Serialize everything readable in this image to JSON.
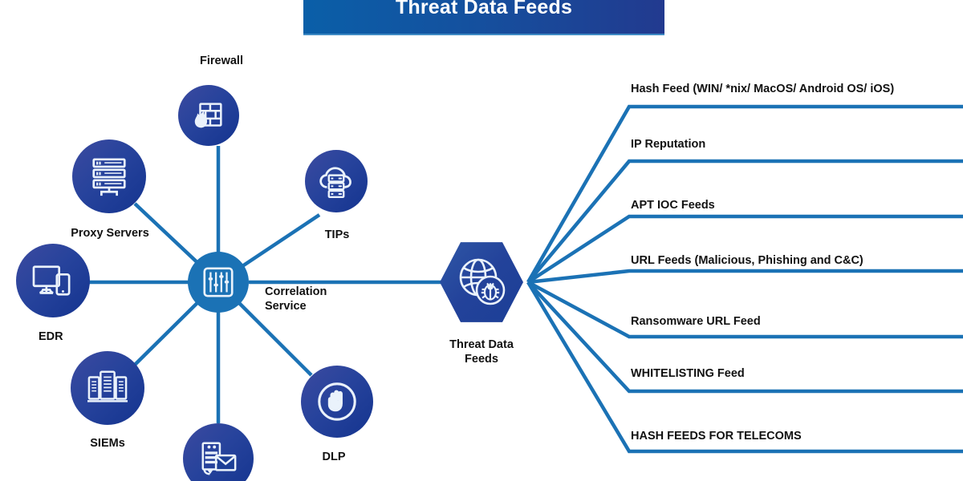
{
  "banner": {
    "title": "Threat Data Feeds",
    "gradient_from": "#0a5fa8",
    "gradient_to": "#223a8f"
  },
  "palette": {
    "line": "#1b72b5",
    "node_gradient_from": "#3c4a9f",
    "node_gradient_to": "#14348f",
    "hub_fill": "#1b72b5",
    "hex_fill": "#23429a",
    "text": "#111111"
  },
  "hub": {
    "label_line1": "Correlation",
    "label_line2": "Service",
    "icon": "equalizer-sliders-icon"
  },
  "threat_hub": {
    "label_line1": "Threat Data",
    "label_line2": "Feeds",
    "icon": "globe-bug-icon"
  },
  "sources": [
    {
      "id": "firewall",
      "label": "Firewall",
      "icon": "firewall-brick-flame-icon"
    },
    {
      "id": "tips",
      "label": "TIPs",
      "icon": "cloud-server-icon"
    },
    {
      "id": "proxy-servers",
      "label": "Proxy Servers",
      "icon": "server-rack-icon"
    },
    {
      "id": "edr",
      "label": "EDR",
      "icon": "desktop-mobile-icon"
    },
    {
      "id": "siems",
      "label": "SIEMs",
      "icon": "server-towers-icon"
    },
    {
      "id": "mail-gateway",
      "label": "",
      "icon": "mail-server-envelope-icon"
    },
    {
      "id": "dlp",
      "label": "DLP",
      "icon": "stop-hand-icon"
    }
  ],
  "feeds": [
    {
      "id": "hash-feed",
      "label": "Hash Feed (WIN/ *nix/ MacOS/ Android OS/ iOS)"
    },
    {
      "id": "ip-reputation",
      "label": "IP Reputation"
    },
    {
      "id": "apt-ioc-feeds",
      "label": "APT IOC Feeds"
    },
    {
      "id": "url-feeds",
      "label": "URL Feeds (Malicious, Phishing and C&C)"
    },
    {
      "id": "ransomware-url-feed",
      "label": "Ransomware URL Feed"
    },
    {
      "id": "whitelisting-feed",
      "label": "WHITELISTING Feed"
    },
    {
      "id": "hash-feeds-telecoms",
      "label": "HASH FEEDS FOR TELECOMS"
    }
  ]
}
